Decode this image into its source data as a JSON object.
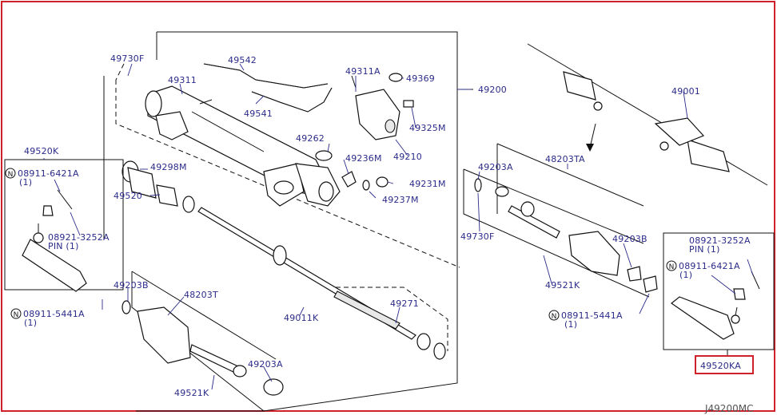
{
  "diagram": {
    "code": "J49200MC",
    "highlight_color": "#d0202a",
    "label_color": "#2b2b8a",
    "labels": {
      "p49730F_top": "49730F",
      "p49311": "49311",
      "p49542": "49542",
      "p49541": "49541",
      "p49311A": "49311A",
      "p49369": "49369",
      "p49200": "49200",
      "p49325M": "49325M",
      "p49262": "49262",
      "p49210": "49210",
      "p49236M": "49236M",
      "p49231M": "49231M",
      "p49237M": "49237M",
      "p49298M": "49298M",
      "p49520": "49520",
      "p49520K": "49520K",
      "bolt_left": "08911-6421A",
      "bolt_left_qty": "(1)",
      "pin_left": "08921-3252A",
      "pin_left_sub": "PIN (1)",
      "p49203B_left": "49203B",
      "p48203T": "48203T",
      "p49011K": "49011K",
      "p49271": "49271",
      "nut_left": "08911-5441A",
      "nut_left_qty": "(1)",
      "p49203A_bottom": "49203A",
      "p49521K_bottom": "49521K",
      "p49001": "49001",
      "p49203A_right": "49203A",
      "p48203TA": "48203TA",
      "p49730F_right": "49730F",
      "p49203B_right": "49203B",
      "p49521K_right": "49521K",
      "nut_right": "08911-5441A",
      "nut_right_qty": "(1)",
      "pin_right": "08921-3252A",
      "pin_right_sub": "PIN (1)",
      "bolt_right": "08911-6421A",
      "bolt_right_qty": "(1)",
      "p49520KA": "49520KA"
    },
    "n_marker": "N"
  }
}
